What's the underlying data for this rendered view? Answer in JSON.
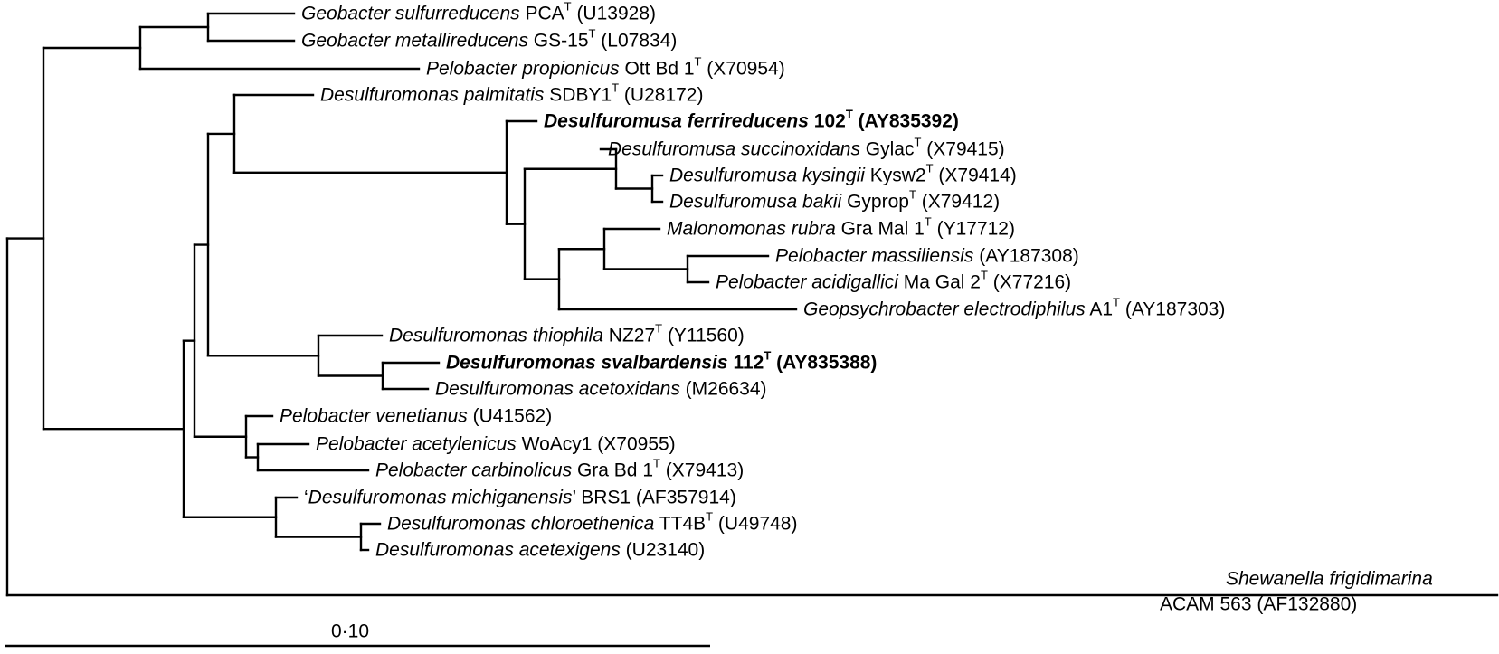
{
  "scale": {
    "label": "0·10"
  },
  "taxa": [
    {
      "id": "geo-sulf",
      "italic": "Geobacter sulfurreducens",
      "strain": " PCA",
      "type_strain": true,
      "accession": " (U13928)",
      "bold": false
    },
    {
      "id": "geo-metal",
      "italic": "Geobacter metallireducens",
      "strain": " GS-15",
      "type_strain": true,
      "accession": " (L07834)",
      "bold": false
    },
    {
      "id": "pel-prop",
      "italic": "Pelobacter propionicus",
      "strain": " Ott Bd 1",
      "type_strain": true,
      "accession": " (X70954)",
      "bold": false
    },
    {
      "id": "dsm-palm",
      "italic": "Desulfuromonas palmitatis",
      "strain": " SDBY1",
      "type_strain": true,
      "accession": " (U28172)",
      "bold": false
    },
    {
      "id": "dsa-ferri",
      "italic": "Desulfuromusa ferrireducens",
      "strain": " 102",
      "type_strain": true,
      "accession": " (AY835392)",
      "bold": true
    },
    {
      "id": "dsa-succ",
      "italic": "Desulfuromusa succinoxidans",
      "strain": " Gylac",
      "type_strain": true,
      "accession": " (X79415)",
      "bold": false
    },
    {
      "id": "dsa-kys",
      "italic": "Desulfuromusa kysingii",
      "strain": " Kysw2",
      "type_strain": true,
      "accession": " (X79414)",
      "bold": false
    },
    {
      "id": "dsa-bakii",
      "italic": "Desulfuromusa bakii",
      "strain": " Gyprop",
      "type_strain": true,
      "accession": " (X79412)",
      "bold": false
    },
    {
      "id": "mal-rubra",
      "italic": "Malonomonas rubra",
      "strain": " Gra Mal 1",
      "type_strain": true,
      "accession": " (Y17712)",
      "bold": false
    },
    {
      "id": "pel-mass",
      "italic": "Pelobacter massiliensis",
      "strain": "",
      "type_strain": false,
      "accession": " (AY187308)",
      "bold": false
    },
    {
      "id": "pel-acid",
      "italic": "Pelobacter acidigallici",
      "strain": " Ma Gal 2",
      "type_strain": true,
      "accession": " (X77216)",
      "bold": false
    },
    {
      "id": "geop-elec",
      "italic": "Geopsychrobacter electrodiphilus",
      "strain": " A1",
      "type_strain": true,
      "accession": " (AY187303)",
      "bold": false
    },
    {
      "id": "dsm-thio",
      "italic": "Desulfuromonas thiophila",
      "strain": " NZ27",
      "type_strain": true,
      "accession": " (Y11560)",
      "bold": false
    },
    {
      "id": "dsm-sval",
      "italic": "Desulfuromonas svalbardensis",
      "strain": " 112",
      "type_strain": true,
      "accession": " (AY835388)",
      "bold": true
    },
    {
      "id": "dsm-acetox",
      "italic": "Desulfuromonas acetoxidans",
      "strain": "",
      "type_strain": false,
      "accession": " (M26634)",
      "bold": false
    },
    {
      "id": "pel-ven",
      "italic": "Pelobacter venetianus",
      "strain": "",
      "type_strain": false,
      "accession": " (U41562)",
      "bold": false
    },
    {
      "id": "pel-acet",
      "italic": "Pelobacter acetylenicus",
      "strain": " WoAcy1",
      "type_strain": false,
      "accession": " (X70955)",
      "bold": false
    },
    {
      "id": "pel-carb",
      "italic": "Pelobacter carbinolicus",
      "strain": " Gra Bd 1",
      "type_strain": true,
      "accession": " (X79413)",
      "bold": false
    },
    {
      "id": "dsm-mich",
      "prefix": "‘",
      "italic": "Desulfuromonas michiganensis",
      "suffix": "’",
      "strain": " BRS1",
      "type_strain": false,
      "accession": " (AF357914)",
      "bold": false
    },
    {
      "id": "dsm-chloro",
      "italic": "Desulfuromonas chloroethenica",
      "strain": " TT4B",
      "type_strain": true,
      "accession": " (U49748)",
      "bold": false
    },
    {
      "id": "dsm-acetex",
      "italic": "Desulfuromonas acetexigens",
      "strain": "",
      "type_strain": false,
      "accession": " (U23140)",
      "bold": false
    },
    {
      "id": "shew-frig",
      "italic": "Shewanella frigidimarina",
      "line2": "ACAM 563 (AF132880)",
      "strain": "",
      "type_strain": false,
      "accession": "",
      "bold": false
    }
  ],
  "type_strain_mark": "T"
}
